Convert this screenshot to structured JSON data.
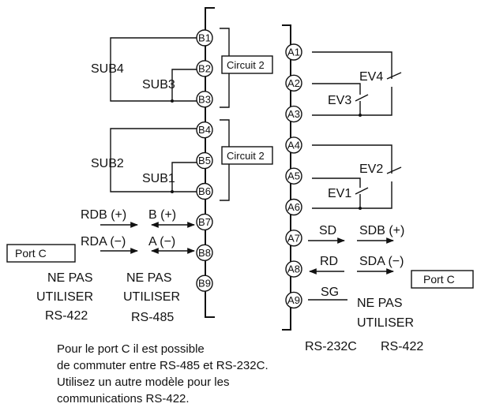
{
  "terminals_b": [
    "B1",
    "B2",
    "B3",
    "B4",
    "B5",
    "B6",
    "B7",
    "B8",
    "B9"
  ],
  "terminals_a": [
    "A1",
    "A2",
    "A3",
    "A4",
    "A5",
    "A6",
    "A7",
    "A8",
    "A9"
  ],
  "labels": {
    "sub4": "SUB4",
    "sub3": "SUB3",
    "sub2": "SUB2",
    "sub1": "SUB1",
    "circuit_top": "Circuit 2",
    "circuit_bottom": "Circuit 2",
    "ev4": "EV4",
    "ev3": "EV3",
    "ev2": "EV2",
    "ev1": "EV1",
    "rdb": "RDB (+)",
    "b_plus": "B (+)",
    "rda": "RDA (−)",
    "a_minus": "A (−)",
    "sd": "SD",
    "sdb": "SDB (+)",
    "rd": "RD",
    "sda": "SDA (−)",
    "sg": "SG",
    "port_left": "Port C",
    "port_right": "Port C",
    "ne_pas_1": "NE PAS",
    "utiliser_1": "UTILISER",
    "rs422_left": "RS-422",
    "ne_pas_2": "NE PAS",
    "utiliser_2": "UTILISER",
    "rs485": "RS-485",
    "ne_pas_3": "NE PAS",
    "utiliser_3": "UTILISER",
    "rs232c": "RS-232C",
    "rs422_right": "RS-422"
  },
  "note_lines": [
    "Pour le port C il est possible",
    "de commuter entre RS-485 et RS-232C.",
    "Utilisez un autre modèle pour les",
    "communications RS-422."
  ]
}
